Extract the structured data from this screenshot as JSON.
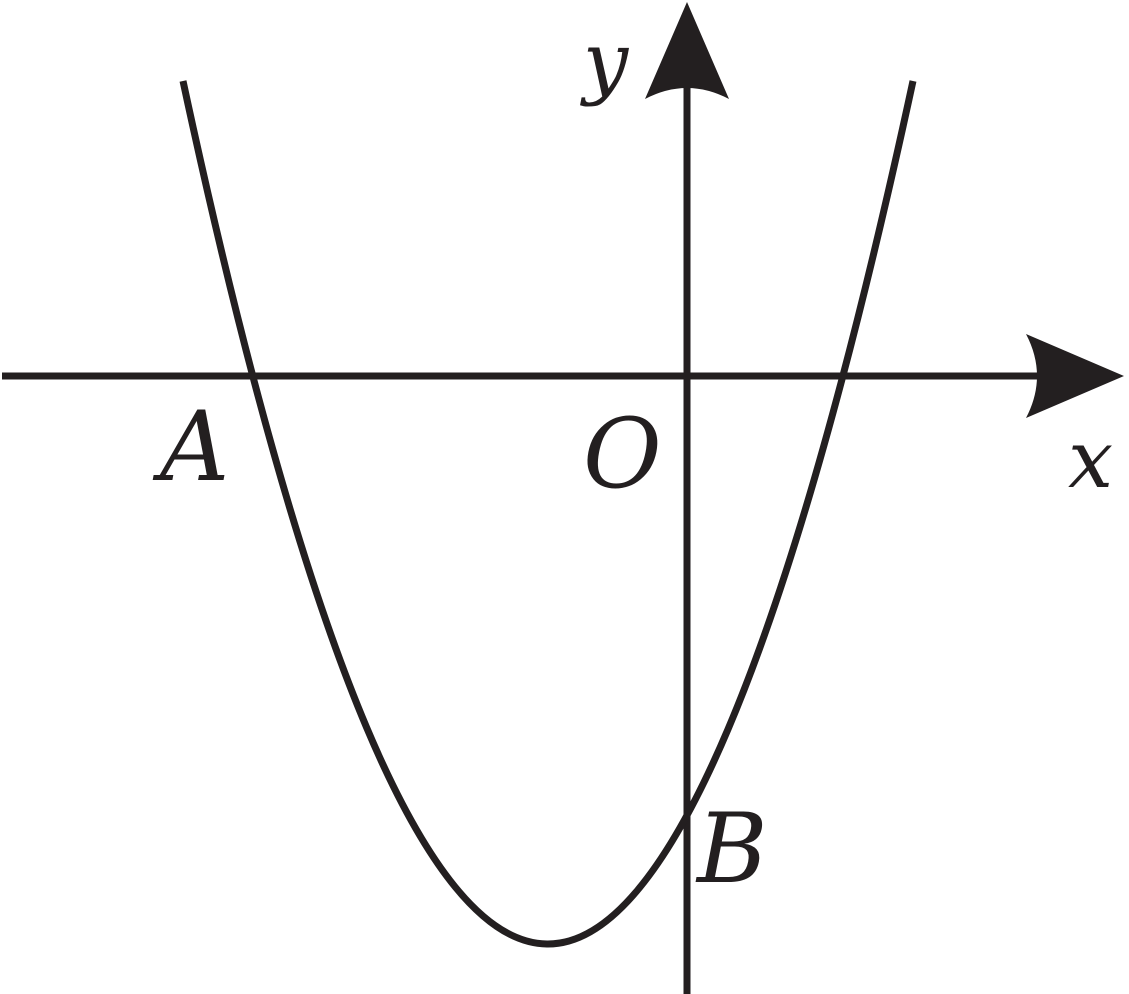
{
  "axes": {
    "x_label": "x",
    "y_label": "y"
  },
  "points": {
    "origin": "O",
    "a": "A",
    "b": "B"
  },
  "colors": {
    "ink": "#231f20",
    "background": "#ffffff"
  }
}
